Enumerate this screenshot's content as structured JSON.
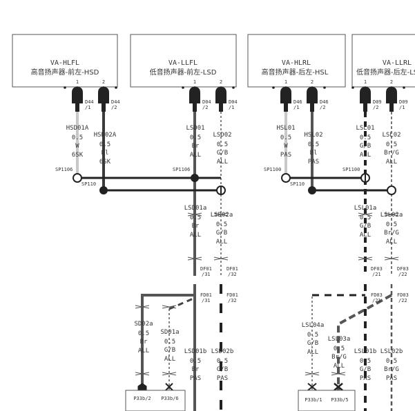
{
  "connectors": [
    {
      "code": "VA-HLFL",
      "name": "高音扬声器-前左-HSD",
      "pins": [
        "1",
        "2"
      ],
      "terminals": [
        {
          "id": "D44",
          "pin": "/1"
        },
        {
          "id": "D44",
          "pin": "/2"
        }
      ]
    },
    {
      "code": "VA-LLFL",
      "name": "低音扬声器-前左-LSD",
      "pins": [
        "1",
        "2"
      ],
      "terminals": [
        {
          "id": "D04",
          "pin": "/2"
        },
        {
          "id": "D04",
          "pin": "/1"
        }
      ]
    },
    {
      "code": "VA-HLRL",
      "name": "高音扬声器-后左-HSL",
      "pins": [
        "1",
        "2"
      ],
      "terminals": [
        {
          "id": "D46",
          "pin": "/1"
        },
        {
          "id": "D46",
          "pin": "/2"
        }
      ]
    },
    {
      "code": "VA-LLRL",
      "name": "低音扬声器-后左-LSL",
      "pins": [
        "1",
        "2"
      ],
      "terminals": [
        {
          "id": "D09",
          "pin": "/2"
        },
        {
          "id": "D09",
          "pin": "/1"
        }
      ]
    }
  ],
  "wires": [
    {
      "name": "HSD01A",
      "size": "0.5",
      "color": "W",
      "option": "6SK"
    },
    {
      "name": "HSD02A",
      "size": "0.5",
      "color": "Bl",
      "option": "6SK"
    },
    {
      "name": "LSD01",
      "size": "0.5",
      "color": "Br",
      "option": "ALL"
    },
    {
      "name": "LSD02",
      "size": "0.5",
      "color": "G/B",
      "option": "ALL"
    },
    {
      "name": "HSL01",
      "size": "0.5",
      "color": "W",
      "option": "PAS"
    },
    {
      "name": "HSL02",
      "size": "0.5",
      "color": "Bl",
      "option": "PAS"
    },
    {
      "name": "LSL01",
      "size": "0.5",
      "color": "G/B",
      "option": "ALL"
    },
    {
      "name": "LSL02",
      "size": "0.5",
      "color": "Br/G",
      "option": "ALL"
    },
    {
      "name": "LSD01a",
      "size": "0.5",
      "color": "Br",
      "option": "ALL"
    },
    {
      "name": "LSD02a",
      "size": "0.5",
      "color": "G/B",
      "option": "ALL"
    },
    {
      "name": "LSL01a",
      "size": "0.5",
      "color": "G/B",
      "option": "ALL"
    },
    {
      "name": "LSL02a",
      "size": "0.5",
      "color": "Br/G",
      "option": "ALL"
    },
    {
      "name": "SD02a",
      "size": "0.5",
      "color": "Br",
      "option": "ALL"
    },
    {
      "name": "SD01a",
      "size": "0.5",
      "color": "G/B",
      "option": "ALL"
    },
    {
      "name": "LSD01b",
      "size": "0.5",
      "color": "Br",
      "option": "PAS"
    },
    {
      "name": "LSD02b",
      "size": "0.5",
      "color": "G/B",
      "option": "PAS"
    },
    {
      "name": "LSL04a",
      "size": "0.5",
      "color": "G/B",
      "option": "ALL"
    },
    {
      "name": "LSL03a",
      "size": "0.5",
      "color": "Br/G",
      "option": "ALL"
    },
    {
      "name": "LSL01b",
      "size": "0.5",
      "color": "G/B",
      "option": "PAS"
    },
    {
      "name": "LSL02b",
      "size": "0.5",
      "color": "Br/G",
      "option": "PAS"
    }
  ],
  "splices": [
    "SP1106",
    "SP1106",
    "SP1100",
    "SP1100",
    "SP110",
    "SP110"
  ],
  "disconnects": [
    {
      "id": "DF01",
      "pin": "/31"
    },
    {
      "id": "DF01",
      "pin": "/32"
    },
    {
      "id": "DF03",
      "pin": "/21"
    },
    {
      "id": "DF03",
      "pin": "/22"
    },
    {
      "id": "FD01",
      "pin": "/31"
    },
    {
      "id": "FD01",
      "pin": "/32"
    },
    {
      "id": "FD03",
      "pin": "/21"
    },
    {
      "id": "FD03",
      "pin": "/22"
    }
  ],
  "pages": [
    "P33b/2",
    "P33b/6",
    "P33b/1",
    "P33b/5"
  ]
}
